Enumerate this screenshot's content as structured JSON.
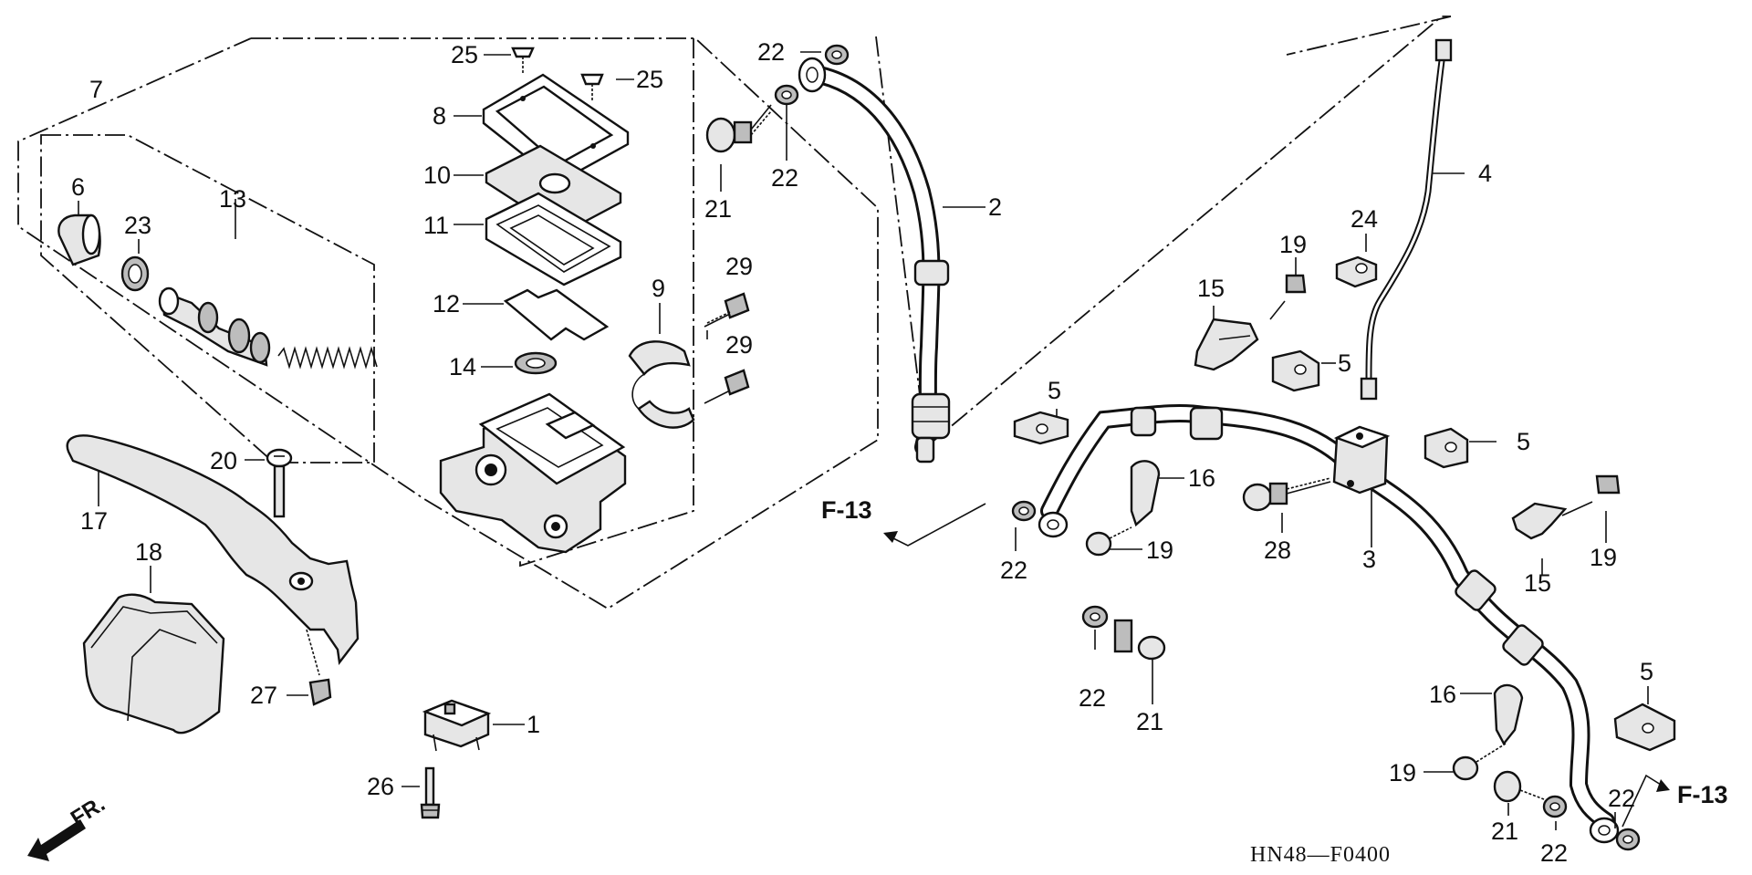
{
  "diagram": {
    "code": "HN48—F0400",
    "direction_label": "FR.",
    "ref_left": "F-13",
    "ref_right": "F-13",
    "labels": {
      "p1": "1",
      "p2": "2",
      "p3": "3",
      "p4": "4",
      "p5a": "5",
      "p5b": "5",
      "p5c": "5",
      "p5d": "5",
      "p6": "6",
      "p7": "7",
      "p8": "8",
      "p9": "9",
      "p10": "10",
      "p11": "11",
      "p12": "12",
      "p13": "13",
      "p14": "14",
      "p15a": "15",
      "p15b": "15",
      "p16a": "16",
      "p16b": "16",
      "p17": "17",
      "p18": "18",
      "p19a": "19",
      "p19b": "19",
      "p19c": "19",
      "p19d": "19",
      "p20": "20",
      "p21a": "21",
      "p21b": "21",
      "p21c": "21",
      "p22a": "22",
      "p22b": "22",
      "p22c": "22",
      "p22d": "22",
      "p22e": "22",
      "p22f": "22",
      "p23": "23",
      "p24": "24",
      "p25a": "25",
      "p25b": "25",
      "p26": "26",
      "p27": "27",
      "p28": "28",
      "p29a": "29",
      "p29b": "29"
    }
  }
}
